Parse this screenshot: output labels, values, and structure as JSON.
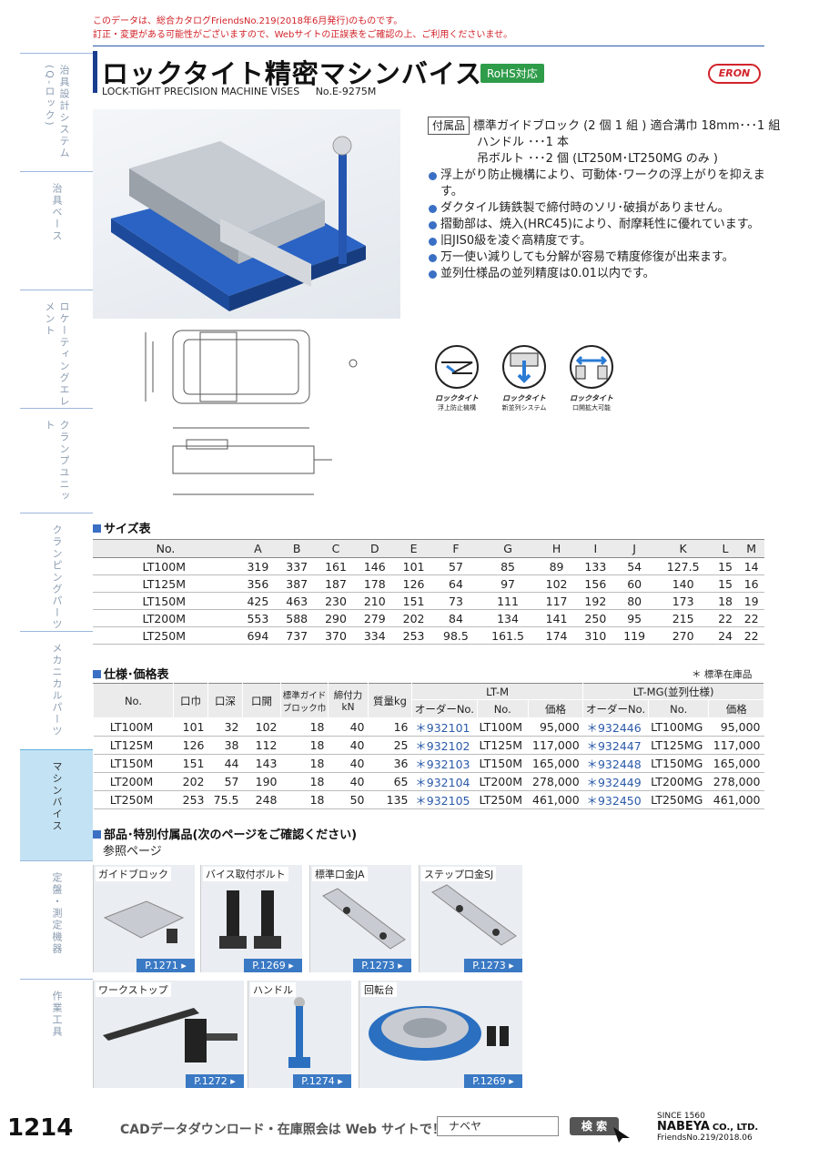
{
  "notice": [
    "このデータは、総合カタログFriendsNo.219(2018年6月発行)のものです。",
    "訂正・変更がある可能性がございますので、Webサイトの正誤表をご確認の上、ご利用くださいませ。"
  ],
  "sidebar": [
    {
      "label": "治具設計システム(Q-ロック)",
      "active": false
    },
    {
      "label": "治具ベース",
      "active": false
    },
    {
      "label": "ロケーティングエレメント",
      "active": false
    },
    {
      "label": "クランプユニット",
      "active": false
    },
    {
      "label": "クランピングパーツ",
      "active": false
    },
    {
      "label": "メカニカルパーツ",
      "active": false
    },
    {
      "label": "マシンバイス",
      "active": true
    },
    {
      "label": "定盤・測定機器",
      "active": false
    },
    {
      "label": "作業工具",
      "active": false
    }
  ],
  "header": {
    "title": "ロックタイト精密マシンバイス",
    "rohs": "RoHS対応",
    "brand": "ERON",
    "subtitle": "LOCK-TIGHT PRECISION MACHINE VISES",
    "model": "No.E-9275M"
  },
  "accessories": {
    "label": "付属品",
    "lines": [
      "標準ガイドブロック (2 個 1 組 ) 適合溝巾 18mm･･･1 組",
      "ハンドル ･･･1 本",
      "吊ボルト ･･･2 個 (LT250M･LT250MG のみ )"
    ]
  },
  "features": [
    "浮上がり防止機構により、可動体･ワークの浮上がりを抑えます。",
    "ダクタイル鋳鉄製で締付時のソリ･破損がありません。",
    "摺動部は、焼入(HRC45)により、耐摩耗性に優れています。",
    "旧JIS0級を凌ぐ高精度です。",
    "万一使い減りしても分解が容易で精度修復が出来ます。",
    "並列仕様品の並列精度は0.01以内です。"
  ],
  "icons": [
    {
      "brand": "ロックタイト",
      "caption": "浮上防止機構"
    },
    {
      "brand": "ロックタイト",
      "caption": "新並列システム"
    },
    {
      "brand": "ロックタイト",
      "caption": "口開拡大可能"
    }
  ],
  "size_table": {
    "title": "サイズ表",
    "headers": [
      "No.",
      "A",
      "B",
      "C",
      "D",
      "E",
      "F",
      "G",
      "H",
      "I",
      "J",
      "K",
      "L",
      "M"
    ],
    "rows": [
      [
        "LT100M",
        "319",
        "337",
        "161",
        "146",
        "101",
        "57",
        "85",
        "89",
        "133",
        "54",
        "127.5",
        "15",
        "14"
      ],
      [
        "LT125M",
        "356",
        "387",
        "187",
        "178",
        "126",
        "64",
        "97",
        "102",
        "156",
        "60",
        "140",
        "15",
        "16"
      ],
      [
        "LT150M",
        "425",
        "463",
        "230",
        "210",
        "151",
        "73",
        "111",
        "117",
        "192",
        "80",
        "173",
        "18",
        "19"
      ],
      [
        "LT200M",
        "553",
        "588",
        "290",
        "279",
        "202",
        "84",
        "134",
        "141",
        "250",
        "95",
        "215",
        "22",
        "22"
      ],
      [
        "LT250M",
        "694",
        "737",
        "370",
        "334",
        "253",
        "98.5",
        "161.5",
        "174",
        "310",
        "119",
        "270",
        "24",
        "22"
      ]
    ]
  },
  "spec_table": {
    "title": "仕様･価格表",
    "note": "＊ 標準在庫品",
    "group_lt": "LT-M",
    "group_ltmg": "LT-MG(並列仕様)",
    "headers": [
      "No.",
      "口巾",
      "口深",
      "口開",
      "標準ガイドブロック巾",
      "締付力kN",
      "質量kg",
      "オーダーNo.",
      "No.",
      "価格",
      "オーダーNo.",
      "No.",
      "価格"
    ],
    "rows": [
      [
        "LT100M",
        "101",
        "32",
        "102",
        "18",
        "40",
        "16",
        "＊932101",
        "LT100M",
        "95,000",
        "＊932446",
        "LT100MG",
        "95,000"
      ],
      [
        "LT125M",
        "126",
        "38",
        "112",
        "18",
        "40",
        "25",
        "＊932102",
        "LT125M",
        "117,000",
        "＊932447",
        "LT125MG",
        "117,000"
      ],
      [
        "LT150M",
        "151",
        "44",
        "143",
        "18",
        "40",
        "36",
        "＊932103",
        "LT150M",
        "165,000",
        "＊932448",
        "LT150MG",
        "165,000"
      ],
      [
        "LT200M",
        "202",
        "57",
        "190",
        "18",
        "40",
        "65",
        "＊932104",
        "LT200M",
        "278,000",
        "＊932449",
        "LT200MG",
        "278,000"
      ],
      [
        "LT250M",
        "253",
        "75.5",
        "248",
        "18",
        "50",
        "135",
        "＊932105",
        "LT250M",
        "461,000",
        "＊932450",
        "LT250MG",
        "461,000"
      ]
    ]
  },
  "parts": {
    "title": "部品･特別付属品(次のページをご確認ください)",
    "ref": "参照ページ",
    "items": [
      {
        "label": "ガイドブロック",
        "page": "P.1271 ▸"
      },
      {
        "label": "バイス取付ボルト",
        "page": "P.1269 ▸"
      },
      {
        "label": "標準口金JA",
        "page": "P.1273 ▸"
      },
      {
        "label": "ステップ口金SJ",
        "page": "P.1273 ▸"
      },
      {
        "label": "ワークストップ",
        "page": "P.1272 ▸"
      },
      {
        "label": "ハンドル",
        "page": "P.1274 ▸"
      },
      {
        "label": "回転台",
        "page": "P.1269 ▸"
      }
    ]
  },
  "footer": {
    "page": "1214",
    "cad": "CADデータダウンロード・在庫照会は Web サイトで！",
    "search_value": "ナベヤ",
    "search_button": "検 索",
    "since": "SINCE 1560",
    "company": "NABEYA",
    "company_suffix": "CO., LTD.",
    "catalog": "FriendsNo.219/2018.06"
  }
}
